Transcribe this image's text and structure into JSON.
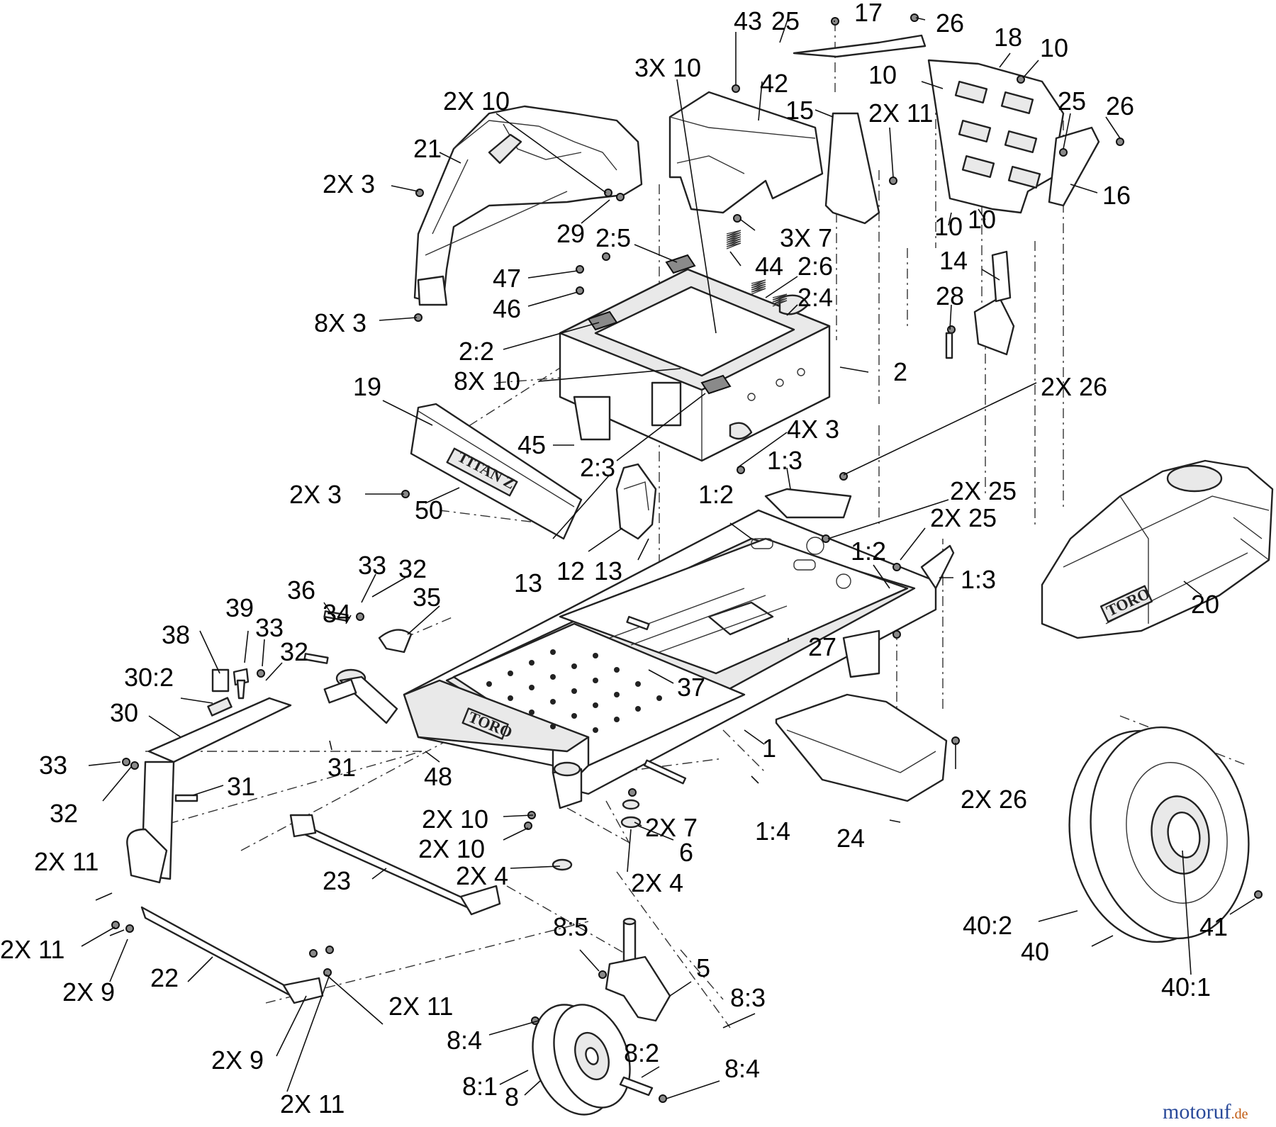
{
  "labels": [
    "43",
    "25",
    "17",
    "26",
    "18",
    "10",
    "3X 10",
    "42",
    "15",
    "2X 11",
    "10",
    "25",
    "26",
    "16",
    "2X 10",
    "21",
    "2X 3",
    "29",
    "2:5",
    "3X 7",
    "44",
    "2:6",
    "47",
    "46",
    "2:4",
    "8X 3",
    "2:2",
    "8X 10",
    "2",
    "14",
    "28",
    "10",
    "10",
    "19",
    "45",
    "4X 3",
    "2X 26",
    "2:3",
    "1:3",
    "2X 3",
    "50",
    "1:2",
    "2X 25",
    "2X 25",
    "1:2",
    "1:3",
    "13",
    "12",
    "13",
    "20",
    "33",
    "32",
    "35",
    "36",
    "34",
    "39",
    "33",
    "32",
    "38",
    "30:2",
    "37",
    "27",
    "30",
    "33",
    "32",
    "31",
    "31",
    "48",
    "1",
    "2X 26",
    "2X 10",
    "2X 10",
    "2X 7",
    "1:4",
    "24",
    "6",
    "2X 11",
    "23",
    "2X 4",
    "2X 4",
    "2X 11",
    "2X 9",
    "22",
    "8:5",
    "5",
    "8:3",
    "2X 11",
    "8:4",
    "8:2",
    "2X 9",
    "8:4",
    "8:1",
    "8",
    "2X 11",
    "41",
    "40:2",
    "40",
    "40:1"
  ],
  "brand_marks": {
    "toro": "TORO",
    "titan": "TITAN Z"
  },
  "watermark": {
    "part1": "motoruf",
    "part2": ".de",
    "color1": "#2a4a9a",
    "color2": "#c05a10"
  }
}
